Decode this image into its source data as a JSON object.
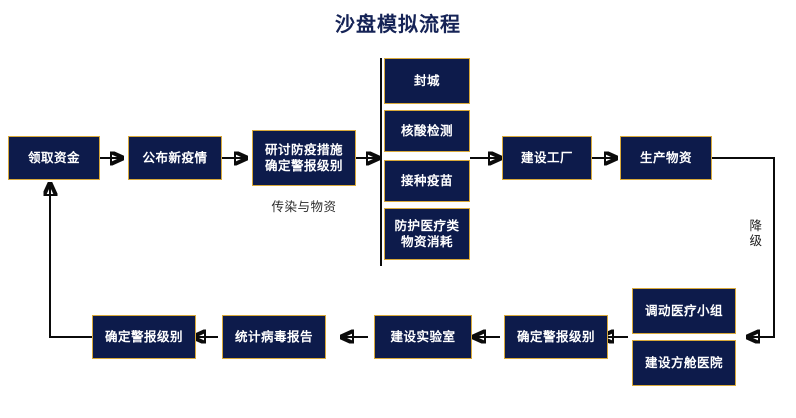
{
  "title": "沙盘模拟流程",
  "colors": {
    "node_fill": "#0d1b4b",
    "node_border": "#d8a93a",
    "node_text": "#ffffff",
    "title_text": "#152356",
    "connector": "#0b0b0b",
    "background": "#ffffff"
  },
  "chart_data": {
    "type": "diagram",
    "title": "沙盘模拟流程",
    "nodes": [
      {
        "id": "n1",
        "label": "领取资金",
        "lines": [
          "领取资金"
        ]
      },
      {
        "id": "n2",
        "label": "公布新疫情",
        "lines": [
          "公布新疫情"
        ]
      },
      {
        "id": "n3",
        "label": "研讨防疫措施确定警报级别",
        "lines": [
          "研讨防疫措施",
          "确定警报级别"
        ]
      },
      {
        "id": "n4",
        "label": "封城",
        "lines": [
          "封城"
        ]
      },
      {
        "id": "n5",
        "label": "核酸检测",
        "lines": [
          "核酸检测"
        ]
      },
      {
        "id": "n6",
        "label": "接种疫苗",
        "lines": [
          "接种疫苗"
        ]
      },
      {
        "id": "n7",
        "label": "防护医疗类物资消耗",
        "lines": [
          "防护医疗类",
          "物资消耗"
        ]
      },
      {
        "id": "n8",
        "label": "建设工厂",
        "lines": [
          "建设工厂"
        ]
      },
      {
        "id": "n9",
        "label": "生产物资",
        "lines": [
          "生产物资"
        ]
      },
      {
        "id": "n10",
        "label": "调动医疗小组",
        "lines": [
          "调动医疗小组"
        ]
      },
      {
        "id": "n11",
        "label": "建设方舱医院",
        "lines": [
          "建设方舱医院"
        ]
      },
      {
        "id": "n12",
        "label": "确定警报级别",
        "lines": [
          "确定警报级别"
        ]
      },
      {
        "id": "n13",
        "label": "建设实验室",
        "lines": [
          "建设实验室"
        ]
      },
      {
        "id": "n14",
        "label": "统计病毒报告",
        "lines": [
          "统计病毒报告"
        ]
      },
      {
        "id": "n15",
        "label": "确定警报级别",
        "lines": [
          "确定警报级别"
        ]
      }
    ],
    "annotations": [
      {
        "id": "a1",
        "text": "传染与物资",
        "kind": "caption-below-node",
        "node": "n3"
      },
      {
        "id": "a2",
        "text": "降级",
        "kind": "edge-label-vertical",
        "orientation": "vertical"
      }
    ],
    "edges": [
      {
        "from": "n1",
        "to": "n2",
        "dir": "right"
      },
      {
        "from": "n2",
        "to": "n3",
        "dir": "right"
      },
      {
        "from": "n3",
        "to": "n5",
        "dir": "right"
      },
      {
        "from": "n5",
        "to": "n8",
        "dir": "right"
      },
      {
        "from": "n8",
        "to": "n9",
        "dir": "right"
      },
      {
        "from": "n9",
        "to": "n10",
        "dir": "down-left",
        "label": "降级"
      },
      {
        "from": "n10",
        "to": "n12",
        "dir": "left"
      },
      {
        "from": "n12",
        "to": "n13",
        "dir": "left"
      },
      {
        "from": "n13",
        "to": "n14",
        "dir": "left"
      },
      {
        "from": "n14",
        "to": "n15",
        "dir": "left"
      },
      {
        "from": "n15",
        "to": "n1",
        "dir": "left-up"
      }
    ]
  }
}
